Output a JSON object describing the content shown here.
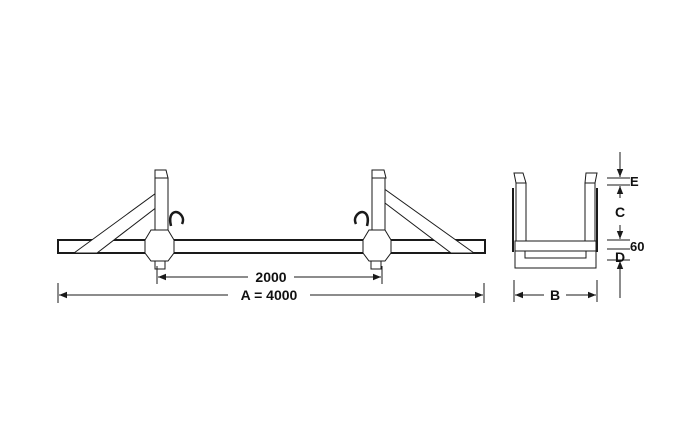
{
  "drawing": {
    "type": "technical-dimension-drawing",
    "front_view": {
      "inner_dimension_label": "2000",
      "overall_dimension_label": "A = 4000"
    },
    "side_view": {
      "width_label": "B",
      "dimension_labels": {
        "top": "E",
        "middle": "C",
        "bar": "60",
        "bottom": "D"
      }
    },
    "colors": {
      "line": "#1a1a1a",
      "thin_line": "#666666",
      "background": "#ffffff"
    }
  }
}
